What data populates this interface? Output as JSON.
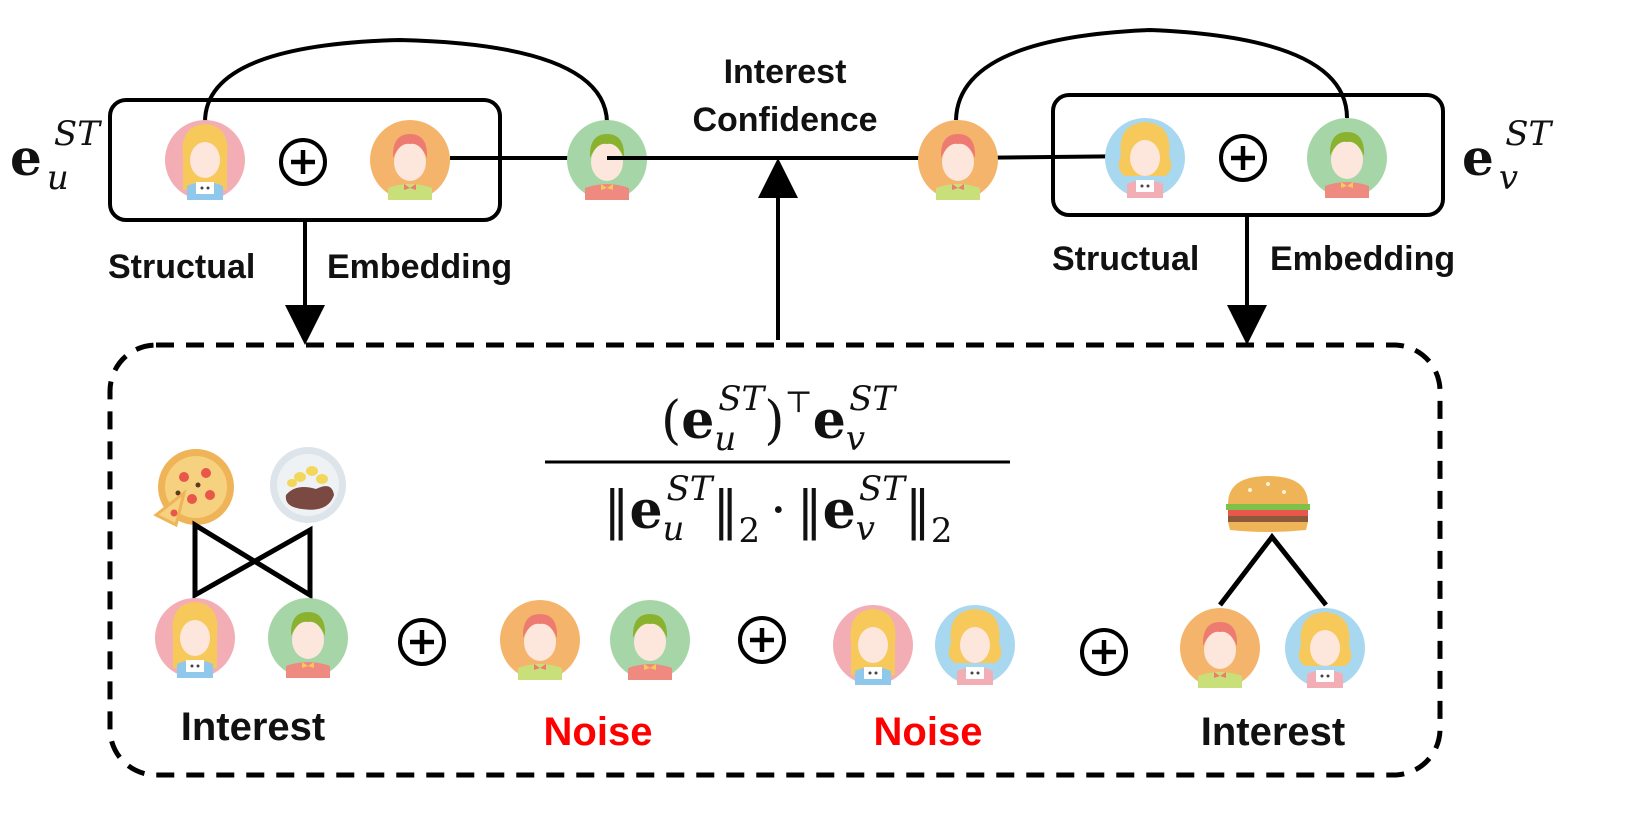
{
  "colors": {
    "stroke": "#000000",
    "noise": "#ff0000",
    "avatar_pink": "#f2aeb4",
    "avatar_orange": "#f5b46b",
    "avatar_green": "#a6d6a8",
    "avatar_blue": "#a8d8f0"
  },
  "top": {
    "center_label_line1": "Interest",
    "center_label_line2": "Confidence",
    "left": {
      "vector_base": "e",
      "vector_sub": "u",
      "vector_sup": "ST",
      "label_structual": "Structual",
      "label_embedding": "Embedding",
      "oplus": "⊕"
    },
    "right": {
      "vector_base": "e",
      "vector_sub": "v",
      "vector_sup": "ST",
      "label_structual": "Structual",
      "label_embedding": "Embedding",
      "oplus": "⊕"
    }
  },
  "formula": {
    "num_open": "(",
    "num_base1": "e",
    "num_sup1": "ST",
    "num_sub1": "u",
    "num_close": ")",
    "num_transpose": "⊤",
    "num_base2": "e",
    "num_sup2": "ST",
    "num_sub2": "v",
    "den_bar_l1": "‖",
    "den_base1": "e",
    "den_sup1": "ST",
    "den_sub1": "u",
    "den_bar_r1": "‖",
    "den_norm1": "2",
    "den_dot": "·",
    "den_bar_l2": "‖",
    "den_base2": "e",
    "den_sup2": "ST",
    "den_sub2": "v",
    "den_bar_r2": "‖",
    "den_norm2": "2"
  },
  "bottom": {
    "groups": [
      {
        "label": "Interest",
        "kind": "interest"
      },
      {
        "label": "Noise",
        "kind": "noise"
      },
      {
        "label": "Noise",
        "kind": "noise"
      },
      {
        "label": "Interest",
        "kind": "interest"
      }
    ],
    "oplus": "⊕",
    "icons": [
      "pizza-icon",
      "steak-plate-icon",
      "burger-icon"
    ]
  }
}
